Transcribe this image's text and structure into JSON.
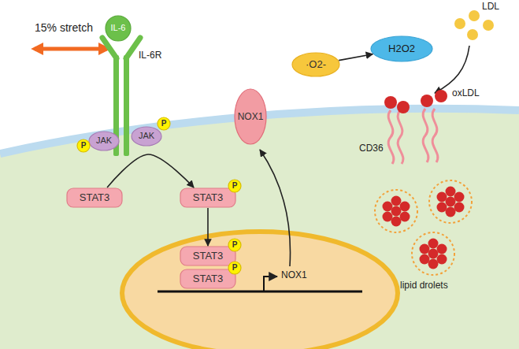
{
  "diagram": {
    "nodes": [
      {
        "text": [
          "IL-6"
        ]
      },
      {
        "text": [
          "JAK"
        ]
      },
      {
        "text": [
          "P"
        ]
      },
      {
        "text": [
          "JAK"
        ]
      },
      {
        "text": [
          "P"
        ]
      },
      {
        "text": [
          "NOX1"
        ]
      },
      {
        "text": [
          "·O2-"
        ]
      },
      {
        "text": [
          "H2O2"
        ]
      },
      {
        "text": [
          "STAT3"
        ]
      },
      {
        "text": [
          "STAT3"
        ]
      },
      {
        "text": [
          "P"
        ]
      },
      {
        "text": [
          "STAT3"
        ]
      },
      {
        "text": [
          "P"
        ]
      },
      {
        "text": [
          "STAT3"
        ]
      },
      {
        "text": [
          "P"
        ]
      }
    ],
    "edges": [
      {
        "from": 8,
        "to": 9,
        "arrow": "to"
      },
      {
        "from": 9,
        "to": 11,
        "arrow": "to"
      },
      {
        "from": 6,
        "to": 7,
        "arrow": "to"
      }
    ],
    "labels": [
      "15% stretch",
      "IL-6R",
      "NOX1",
      "LDL",
      "oxLDL",
      "CD36",
      "lipid drolets"
    ]
  }
}
